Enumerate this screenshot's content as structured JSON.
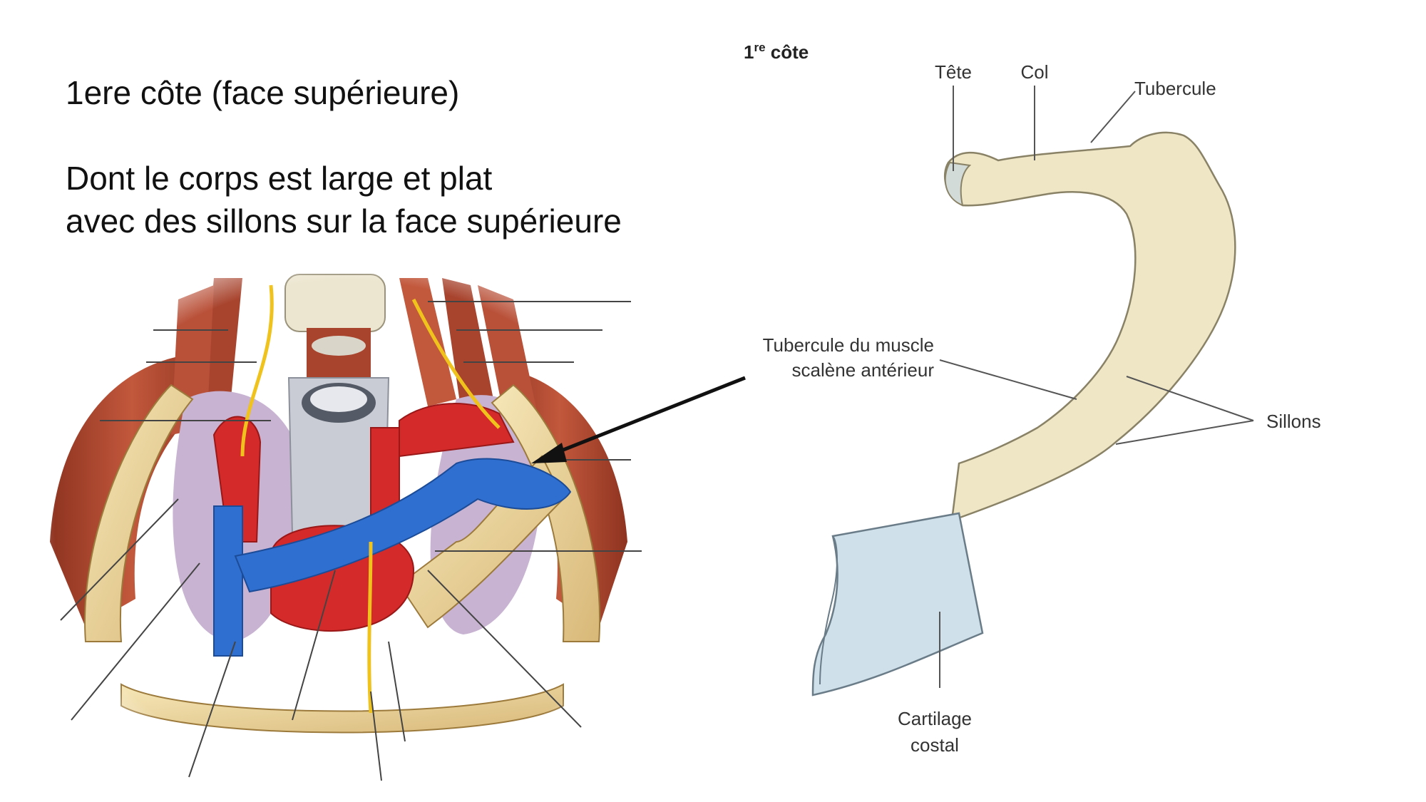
{
  "slide": {
    "title": "1ere côte (face supérieure)",
    "description_lines": [
      "Dont le corps est large et plat",
      "avec des sillons sur la face supérieure"
    ]
  },
  "rib_figure": {
    "title_main": "1",
    "title_sup": "re",
    "title_rest": " côte",
    "labels": {
      "head": "Tête",
      "neck": "Col",
      "tubercle": "Tubercule",
      "scalene_line1": "Tubercule du muscle",
      "scalene_line2": "scalène antérieur",
      "grooves": "Sillons",
      "cartilage_line1": "Cartilage",
      "cartilage_line2": "costal"
    }
  },
  "colors": {
    "bone": "#efe6c6",
    "bone_edge": "#8a8266",
    "cartilage": "#cfe0ea",
    "artery": "#d42a2a",
    "vein": "#2f6fd0",
    "nerve": "#f0c21c",
    "muscle": "#a8442e",
    "lung": "#c8b3d2",
    "leader": "#555555"
  }
}
